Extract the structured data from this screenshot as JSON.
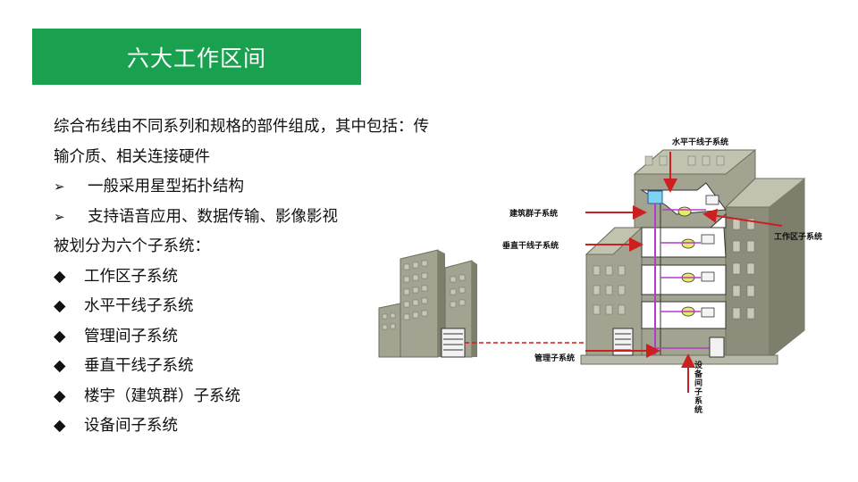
{
  "header": {
    "title": "六大工作区间"
  },
  "body": {
    "intro_line1": "综合布线由不同系列和规格的部件组成，其中包括：传",
    "intro_line2": "输介质、相关连接硬件",
    "sub_bullets": [
      "一般采用星型拓扑结构",
      "支持语音应用、数据传输、影像影视"
    ],
    "divided_intro": "被划分为六个子系统：",
    "subsystems": [
      "工作区子系统",
      "水平干线子系统",
      "管理间子系统",
      "垂直干线子系统",
      "楼宇（建筑群）子系统",
      "设备间子系统"
    ],
    "sub_bullet_symbol": "➢",
    "main_bullet_symbol": "◆"
  },
  "diagram": {
    "labels": {
      "horizontal": "水平干线子系统",
      "campus": "建筑群子系统",
      "vertical": "垂直干线子系统",
      "workarea": "工作区子系统",
      "management": "管理子系统",
      "equipment_chars": [
        "设",
        "备",
        "间",
        "子",
        "系",
        "统"
      ]
    },
    "colors": {
      "arrow": "#cc1f1f",
      "building": "#a3a391",
      "building_dark": "#7e7e6c",
      "cable": "#b23cc8",
      "accent": "#1aa14f"
    }
  }
}
